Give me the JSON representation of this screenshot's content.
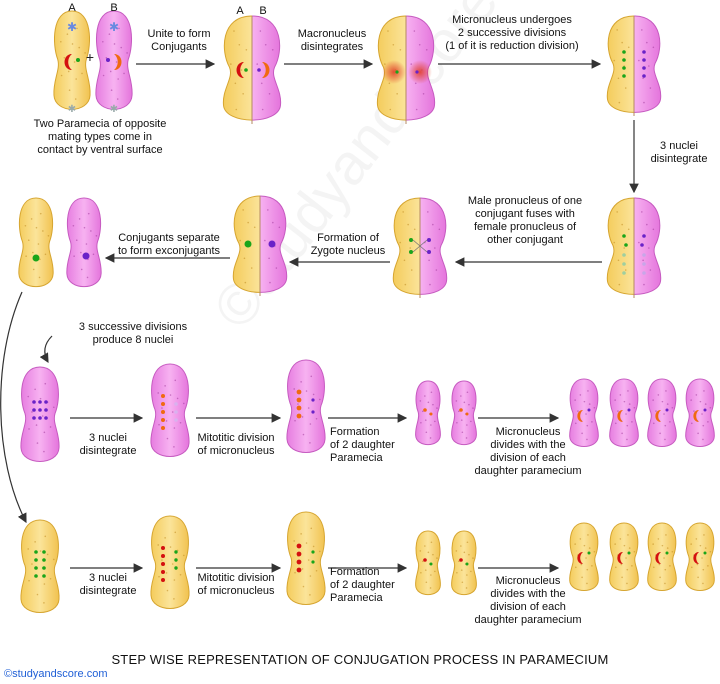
{
  "labels": {
    "cell_a": "A",
    "cell_b": "B",
    "conj_a": "A",
    "conj_b": "B",
    "step1": "Unite to form\nConjugants",
    "step2": "Macronucleus\ndisintegrates",
    "step3": "Micronucleus undergoes\n2 successive divisions\n(1 of it is reduction division)",
    "step4": "3 nuclei\ndisintegrate",
    "step5": "Male pronucleus of one\nconjugant fuses with\nfemale pronucleus of\nother conjugant",
    "step6": "Formation of\nZygote nucleus",
    "step7": "Conjugants separate\nto form exconjugants",
    "step8": "3 successive divisions\nproduce 8 nuclei",
    "caption1": "Two Paramecia of opposite\nmating types come in\ncontact  by ventral surface",
    "row3_a": "3 nuclei\ndisintegrate",
    "row3_b": "Mitotitic division\nof micronucleus",
    "row3_c": "Formation\nof 2 daughter\nParamecia",
    "row3_d": "Micronucleus\ndivides with the\ndivision of each\ndaughter paramecium",
    "row4_a": "3 nuclei\ndisintegrate",
    "row4_b": "Mitotitic division\nof micronucleus",
    "row4_c": "Formation\nof 2 daughter\nParamecia",
    "row4_d": "Micronucleus\ndivides with the\ndivision of each\ndaughter paramecium"
  },
  "title": "STEP WISE REPRESENTATION OF CONJUGATION PROCESS IN PARAMECIUM",
  "credit": "©studyandscore.com",
  "watermark": "©studyandscore.com",
  "colors": {
    "yellow_cell": "#f6d36b",
    "pink_cell": "#ef8fe6",
    "red_nucleus": "#d41010",
    "orange_nucleus": "#f06a10",
    "green_nucleus": "#1aa51a",
    "violet_nucleus": "#6a22c8",
    "arrow": "#333333"
  }
}
